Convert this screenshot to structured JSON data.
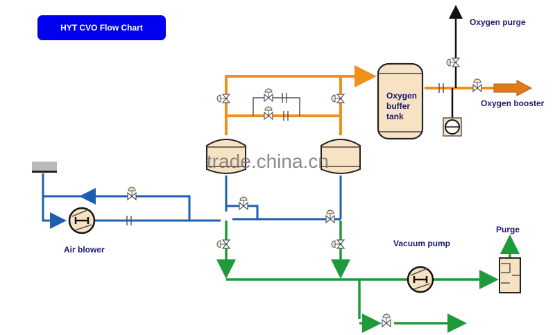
{
  "title": "HYT CVO Flow Chart",
  "labels": {
    "oxygen_purge": "Oxygen purge",
    "oxygen_booster": "Oxygen booster",
    "tank_line1": "Oxygen",
    "tank_line2": "buffer",
    "tank_line3": "tank",
    "air_blower": "Air blower",
    "vacuum_pump": "Vacuum pump",
    "purge": "Purge"
  },
  "watermark": "trade.china.cn",
  "colors": {
    "title_bg": "#0000ee",
    "oxygen_line": "#f0901a",
    "air_line": "#1c5fb0",
    "vacuum_line": "#1f9a3a",
    "purge_line": "#111111",
    "vessel_fill": "#f7e2c4",
    "label_text": "#1a1a6e"
  }
}
